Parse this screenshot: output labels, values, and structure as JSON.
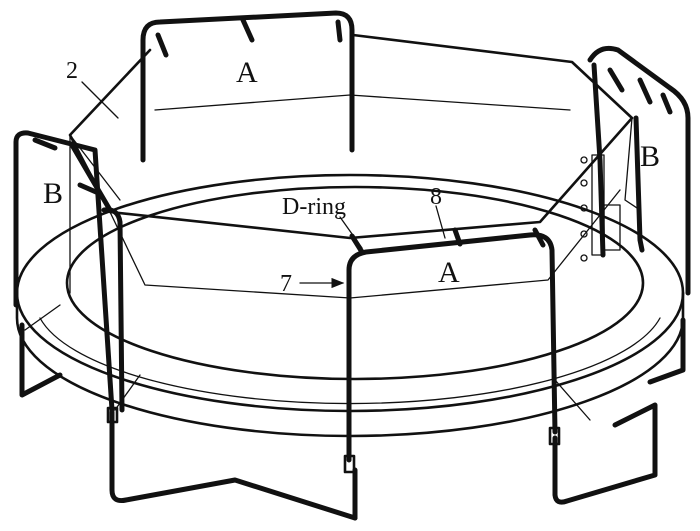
{
  "labels": {
    "panel_front": "A",
    "panel_back": "A",
    "panel_left": "B",
    "panel_right": "B",
    "part_net": "2",
    "part_pole": "7",
    "part_strap": "8",
    "d_ring": "D-ring"
  }
}
